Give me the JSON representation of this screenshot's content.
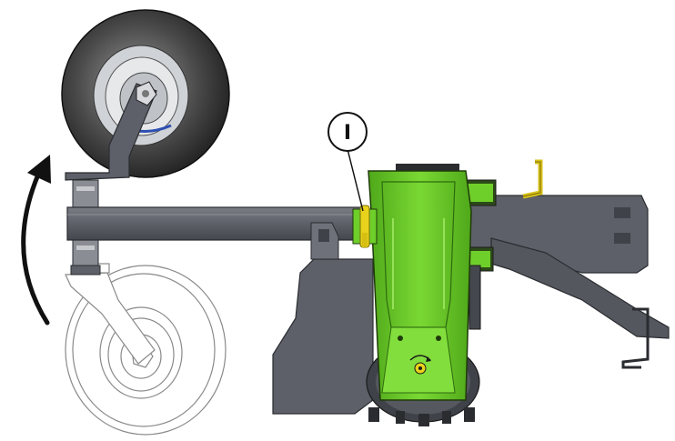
{
  "figure": {
    "callout_label": "I",
    "colors": {
      "frame": "#5d6068",
      "frame_dark": "#3f4248",
      "frame_light": "#7d8088",
      "housing_green": "#6fcf2a",
      "housing_green_dark": "#3f8f12",
      "housing_green_light": "#9ce65a",
      "pin_yellow": "#e8d21c",
      "tire_dark": "#2b2b2b",
      "tire_mid": "#6a6a6a",
      "outline_ghost": "#9a9a9a",
      "arrow": "#111111"
    },
    "icons": [
      "transport-wheel-raised",
      "transport-wheel-lowered",
      "rotation-arrow-icon",
      "rotation-symbol-icon"
    ]
  }
}
